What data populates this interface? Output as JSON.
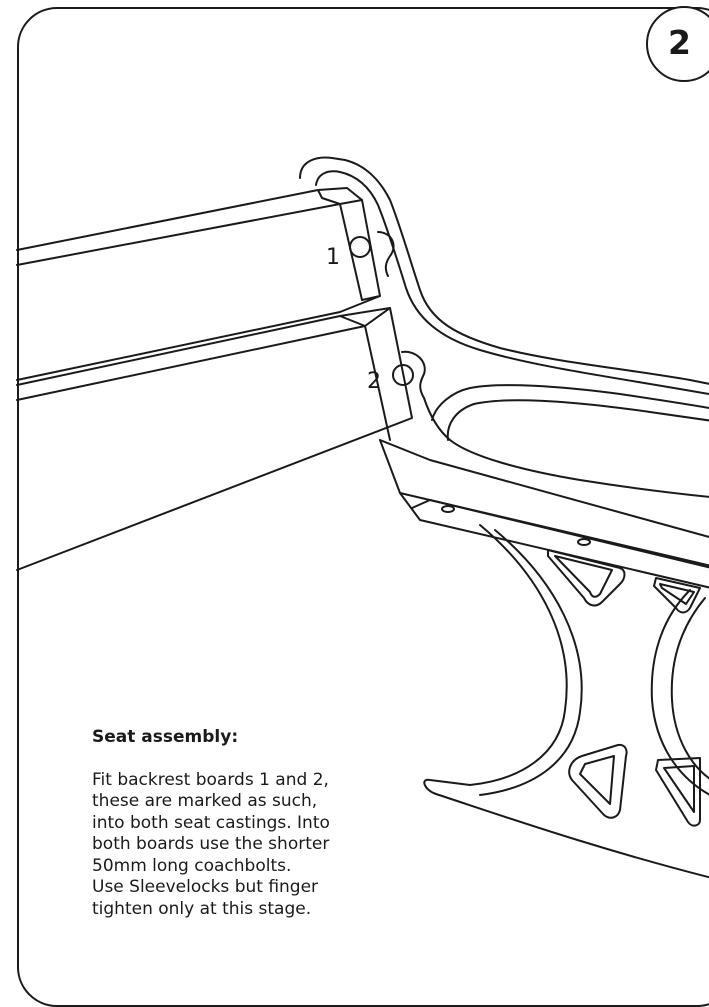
{
  "step": {
    "number": "2"
  },
  "board_labels": {
    "board_1": "1",
    "board_2": "2"
  },
  "instructions": {
    "heading": "Seat assembly:",
    "body": "Fit backrest boards 1 and 2,\nthese are marked as such,\ninto both seat castings. Into\nboth boards use the shorter\n50mm long coachbolts.\nUse Sleevelocks but finger\ntighten only at this stage."
  }
}
